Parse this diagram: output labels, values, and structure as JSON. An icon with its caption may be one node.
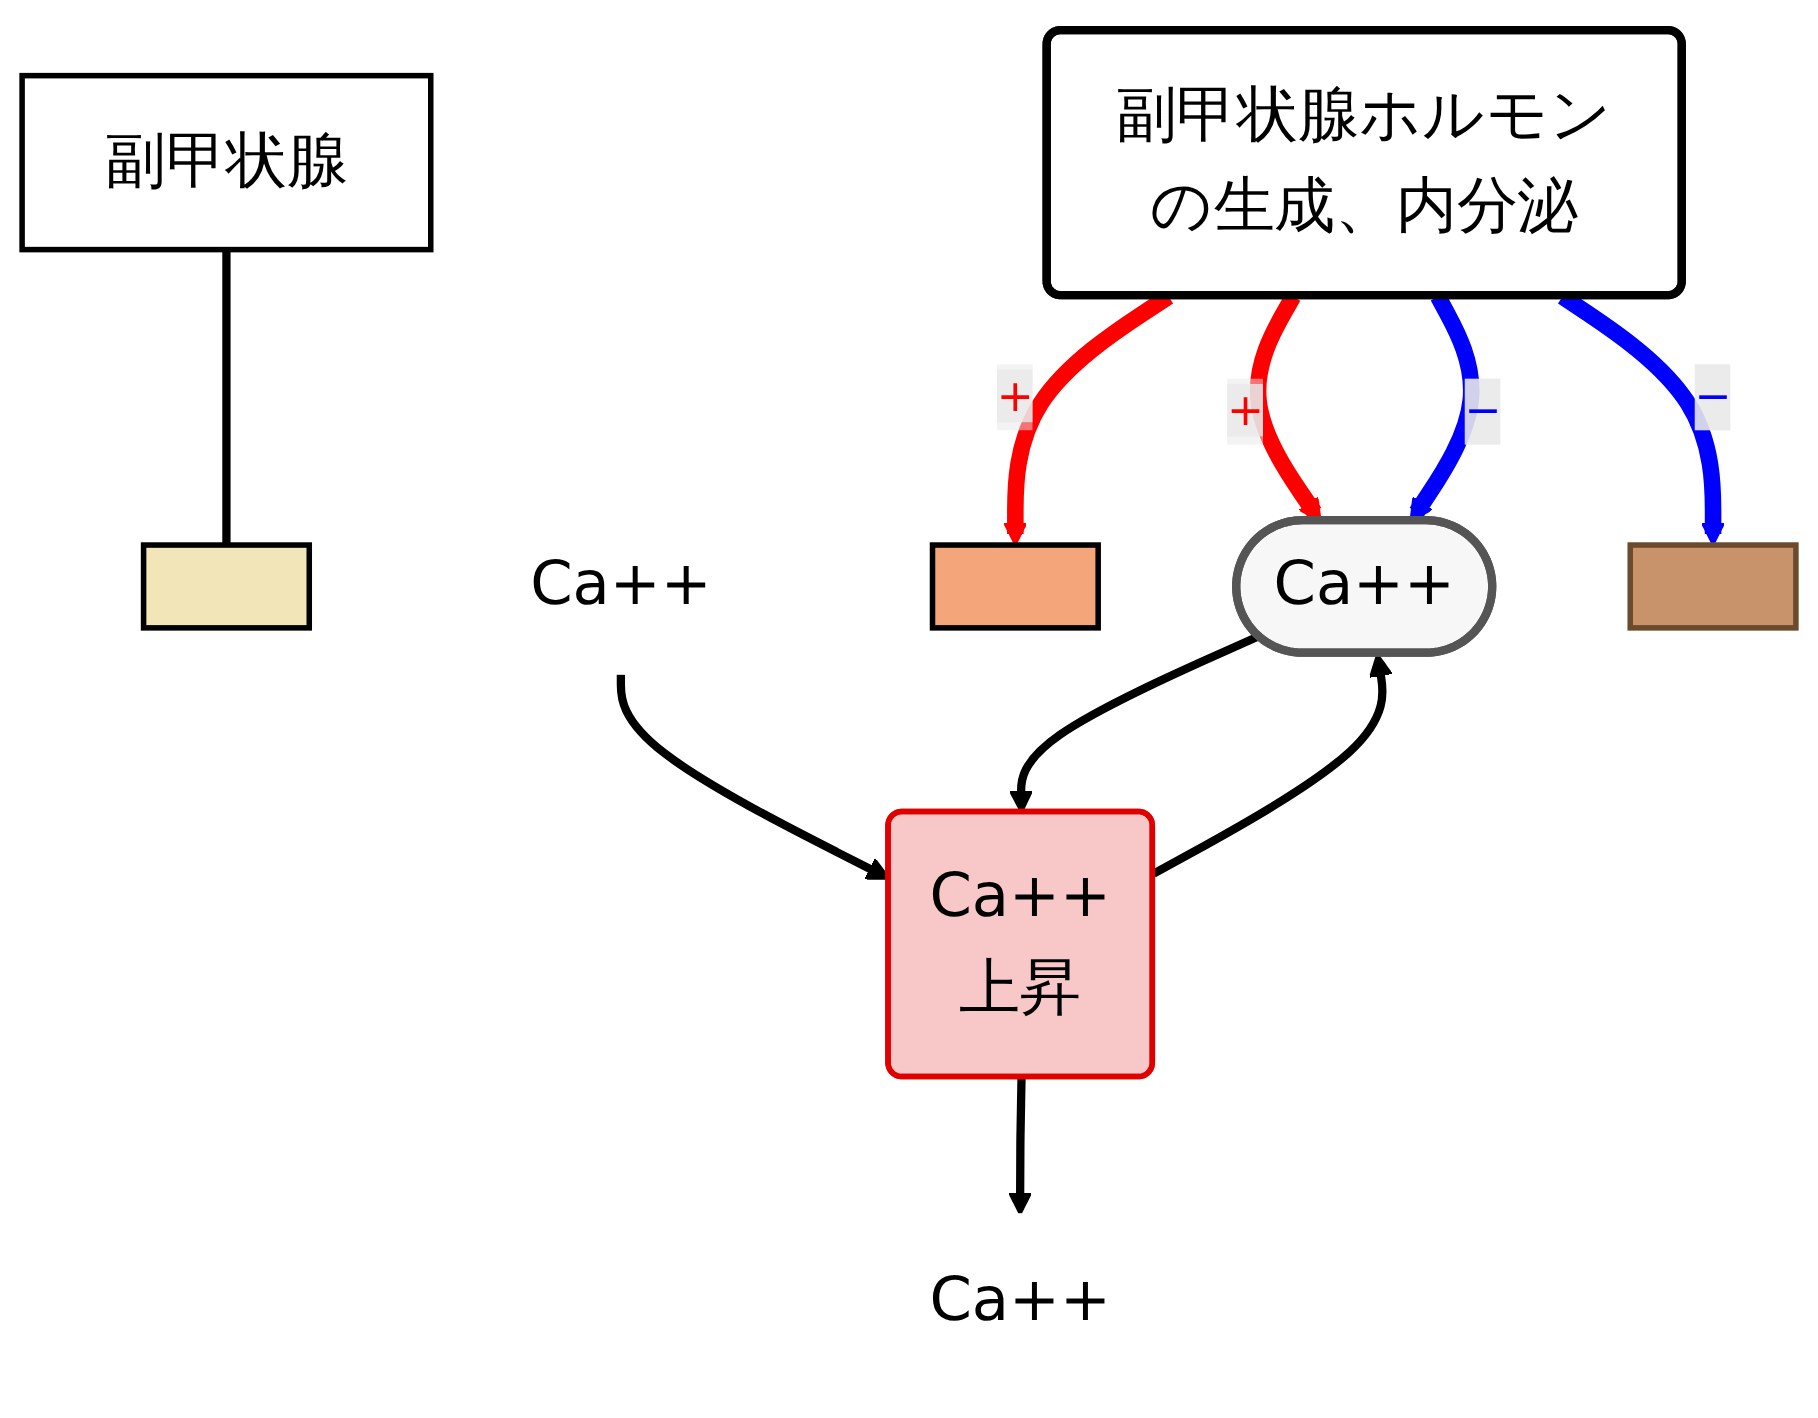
{
  "diagram": {
    "nodes": [
      {
        "text": [
          "副甲状腺"
        ]
      },
      {
        "text": [],
        "shape": "box"
      },
      {
        "text": [
          "副甲状腺ホルモンの生成、内分泌"
        ]
      },
      {
        "text": [
          "Ca++"
        ]
      },
      {
        "text": [],
        "shape": "box"
      },
      {
        "text": [
          "Ca++"
        ]
      },
      {
        "text": [
          "Ca++",
          "上昇"
        ]
      },
      {
        "text": [],
        "shape": "box"
      },
      {
        "text": [
          "Ca++"
        ]
      }
    ],
    "edges": [
      {
        "from": 0,
        "to": 1,
        "arrow": "none"
      },
      {
        "from": 2,
        "to": 5,
        "arrow": "to",
        "label": "+",
        "style": "thick",
        "color": "#ff0000"
      },
      {
        "from": 2,
        "to": 4,
        "arrow": "to",
        "label": "+",
        "style": "thick",
        "color": "#ff0000"
      },
      {
        "from": 2,
        "to": 5,
        "arrow": "to",
        "label": "−",
        "style": "thick",
        "color": "#0000ff"
      },
      {
        "from": 2,
        "to": 7,
        "arrow": "to",
        "label": "−",
        "style": "thick",
        "color": "#0000ff"
      },
      {
        "from": 3,
        "to": 6,
        "arrow": "to"
      },
      {
        "from": 5,
        "to": 6,
        "arrow": "to"
      },
      {
        "from": 6,
        "to": 5,
        "arrow": "to"
      },
      {
        "from": 6,
        "to": 8,
        "arrow": "to"
      }
    ]
  }
}
